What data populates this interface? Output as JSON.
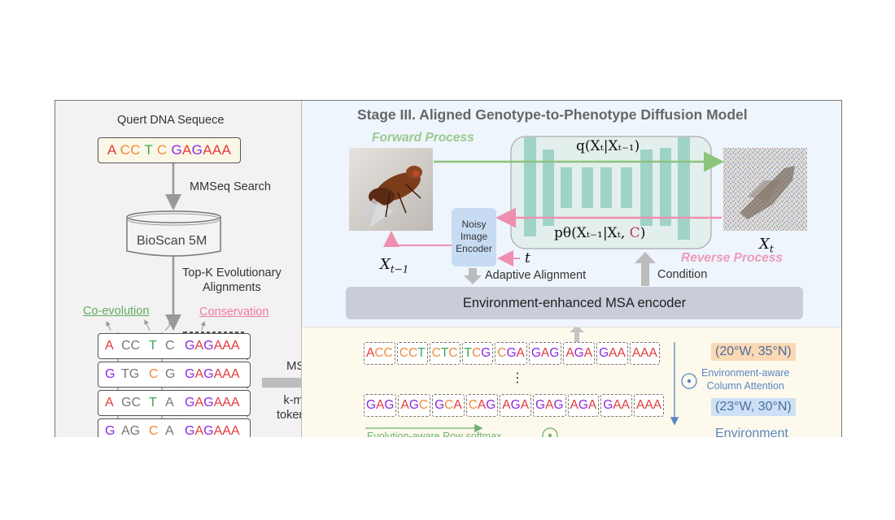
{
  "left": {
    "query_label": "Quert DNA Sequece",
    "query_seq": [
      {
        "t": "A",
        "c": "#e23b3b"
      },
      {
        "t": " ",
        "c": "#333"
      },
      {
        "t": "CC",
        "c": "#f08a3a"
      },
      {
        "t": " ",
        "c": "#333"
      },
      {
        "t": "T",
        "c": "#3aa55a"
      },
      {
        "t": " ",
        "c": "#333"
      },
      {
        "t": "C",
        "c": "#f08a3a"
      },
      {
        "t": " ",
        "c": "#333"
      },
      {
        "t": "G",
        "c": "#8a2be2"
      },
      {
        "t": "A",
        "c": "#e23b3b"
      },
      {
        "t": "G",
        "c": "#8a2be2"
      },
      {
        "t": "AAA",
        "c": "#e23b3b"
      }
    ],
    "search_label": "MMSeq Search",
    "db_label": "BioScan 5M",
    "topk_label_1": "Top-K Evolutionary",
    "topk_label_2": "Alignments",
    "coevolution_label": "Co-evolution",
    "conservation_label": "Conservation",
    "msa_rows": [
      {
        "cells": [
          {
            "t": "A",
            "c": "#e23b3b"
          },
          {
            "t": "CC",
            "c": "#777"
          },
          {
            "t": "T",
            "c": "#3aa55a"
          },
          {
            "t": "C",
            "c": "#777"
          }
        ],
        "tail": [
          {
            "t": "G",
            "c": "#8a2be2"
          },
          {
            "t": "A",
            "c": "#e23b3b"
          },
          {
            "t": "G",
            "c": "#8a2be2"
          },
          {
            "t": "AAA",
            "c": "#e23b3b"
          }
        ]
      },
      {
        "cells": [
          {
            "t": "G",
            "c": "#8a2be2"
          },
          {
            "t": "TG",
            "c": "#777"
          },
          {
            "t": "C",
            "c": "#f08a3a"
          },
          {
            "t": "G",
            "c": "#777"
          }
        ],
        "tail": [
          {
            "t": "G",
            "c": "#8a2be2"
          },
          {
            "t": "A",
            "c": "#e23b3b"
          },
          {
            "t": "G",
            "c": "#8a2be2"
          },
          {
            "t": "AAA",
            "c": "#e23b3b"
          }
        ]
      },
      {
        "cells": [
          {
            "t": "A",
            "c": "#e23b3b"
          },
          {
            "t": "GC",
            "c": "#777"
          },
          {
            "t": "T",
            "c": "#3aa55a"
          },
          {
            "t": "A",
            "c": "#777"
          }
        ],
        "tail": [
          {
            "t": "G",
            "c": "#8a2be2"
          },
          {
            "t": "A",
            "c": "#e23b3b"
          },
          {
            "t": "G",
            "c": "#8a2be2"
          },
          {
            "t": "AAA",
            "c": "#e23b3b"
          }
        ]
      },
      {
        "cells": [
          {
            "t": "G",
            "c": "#8a2be2"
          },
          {
            "t": "AG",
            "c": "#777"
          },
          {
            "t": "C",
            "c": "#f08a3a"
          },
          {
            "t": "A",
            "c": "#777"
          }
        ],
        "tail": [
          {
            "t": "G",
            "c": "#8a2be2"
          },
          {
            "t": "A",
            "c": "#e23b3b"
          },
          {
            "t": "G",
            "c": "#8a2be2"
          },
          {
            "t": "AAA",
            "c": "#e23b3b"
          }
        ]
      }
    ],
    "msa_arrow_label": "MSA",
    "kmer_label_1": "k-mer",
    "kmer_label_2": "tokenize"
  },
  "stage3": {
    "title": "Stage III. Aligned Genotype-to-Phenotype Diffusion Model",
    "forward_label": "Forward Process",
    "reverse_label": "Reverse Process",
    "q_formula": "q(Xₜ|Xₜ₋₁)",
    "p_formula_main": "pθ(Xₜ₋₁|Xₜ, ",
    "p_formula_c": "C",
    "p_formula_close": ")",
    "noisy_encoder_label": [
      "Noisy",
      "Image",
      "Encoder"
    ],
    "t_label": "t",
    "xt_label": "X",
    "xt_sub": "t",
    "xtm1_label": "X",
    "xtm1_sub": "t−1",
    "adaptive_label": "Adaptive Alignment",
    "condition_label": "Condition",
    "encoder_label": "Environment-enhanced MSA encoder"
  },
  "env": {
    "kmer_row1": [
      "ACC",
      "CCT",
      "CTC",
      "TCG",
      "CGA",
      "GAG",
      "AGA",
      "GAA",
      "AAA"
    ],
    "kmer_row2": [
      "GAG",
      "AGC",
      "GCA",
      "CAG",
      "AGA",
      "GAG",
      "AGA",
      "GAA",
      "AAA"
    ],
    "ellipsis": "⋮",
    "coord1": "(20°W, 35°N)",
    "coord2": "(23°W, 30°N)",
    "col_attention_1": "Environment-aware",
    "col_attention_2": "Column Attention",
    "row_softmax": "Evolution-aware Row softmax",
    "environment_label": "Environment"
  },
  "colors": {
    "A": "#e23b3b",
    "C": "#f08a3a",
    "G": "#8a2be2",
    "T": "#3aa55a",
    "forward_green": "#8cc47a",
    "reverse_pink": "#ef8fb0",
    "unet": "#9fd3c7"
  }
}
